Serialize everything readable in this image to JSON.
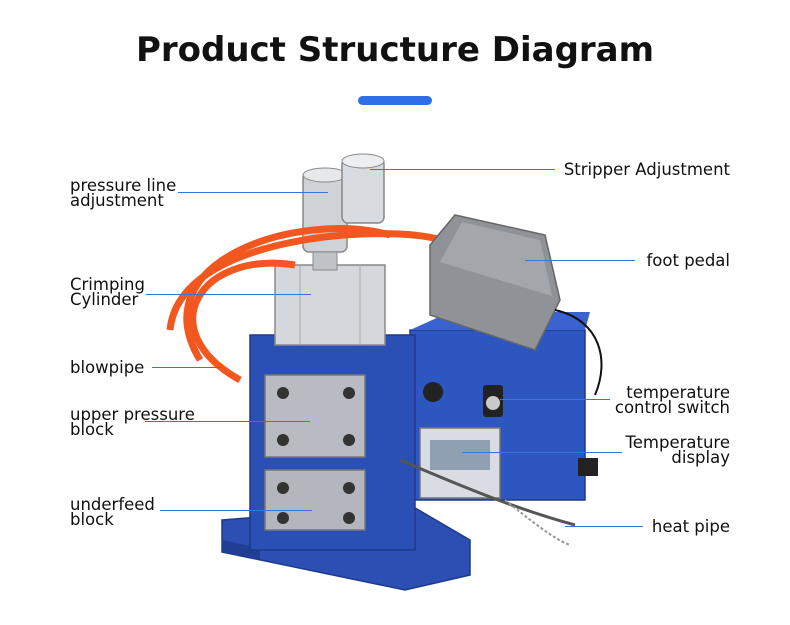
{
  "title": "Product Structure Diagram",
  "accent_color": "#2f6fe6",
  "labels": {
    "pressure_line": [
      "pressure line",
      "adjustment"
    ],
    "crimping": [
      "Crimping",
      "Cylinder"
    ],
    "blowpipe": [
      "blowpipe"
    ],
    "upper_pressure": [
      "upper pressure",
      "block"
    ],
    "underfeed": [
      "underfeed",
      "block"
    ],
    "stripper": [
      "Stripper Adjustment"
    ],
    "foot_pedal": [
      "foot pedal"
    ],
    "temp_switch": [
      "temperature",
      "control switch"
    ],
    "temp_display": [
      "Temperature",
      "display"
    ],
    "heat_pipe": [
      "heat pipe"
    ]
  }
}
